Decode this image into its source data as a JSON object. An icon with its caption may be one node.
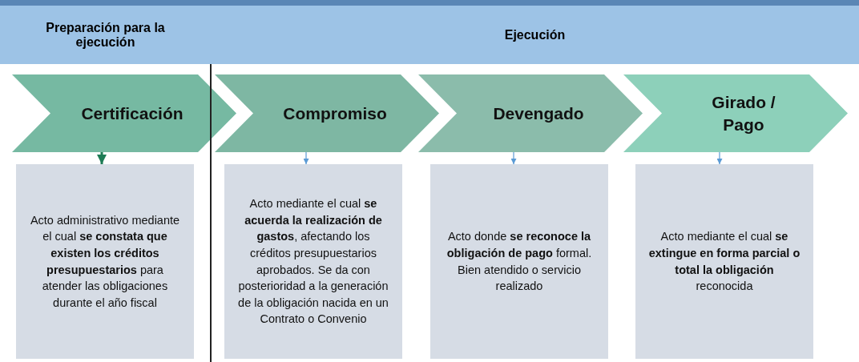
{
  "diagram": {
    "nodes": [
      {
        "text": [
          "Preparación para la ejecución"
        ]
      },
      {
        "text": [
          "Ejecución"
        ]
      },
      {
        "text": [
          "Certificación"
        ]
      },
      {
        "text": [
          "Compromiso"
        ]
      },
      {
        "text": [
          "Devengado"
        ]
      },
      {
        "text": [
          "Girado / Pago"
        ]
      },
      {
        "text": [
          "Acto administrativo mediante el cual **se constata que existen los créditos presupuestarios** para atender las obligaciones durante el año fiscal"
        ]
      },
      {
        "text": [
          "Acto mediante el cual **se acuerda la realización de gastos**, afectando los créditos presupuestarios aprobados. Se da con posterioridad a la generación de la obligación nacida en un Contrato o Convenio"
        ]
      },
      {
        "text": [
          "Acto donde **se reconoce la obligación de pago** formal. Bien atendido o servicio realizado"
        ]
      },
      {
        "text": [
          "Acto mediante el cual **se extingue en forma parcial o total la obligación** reconocida"
        ]
      }
    ],
    "edges": [
      {
        "from": 2,
        "to": 6,
        "arrow": "to",
        "style": "thick",
        "color": "#1e7b55"
      },
      {
        "from": 3,
        "to": 7,
        "arrow": "to"
      },
      {
        "from": 4,
        "to": 8,
        "arrow": "to"
      },
      {
        "from": 5,
        "to": 9,
        "arrow": "to"
      }
    ]
  }
}
